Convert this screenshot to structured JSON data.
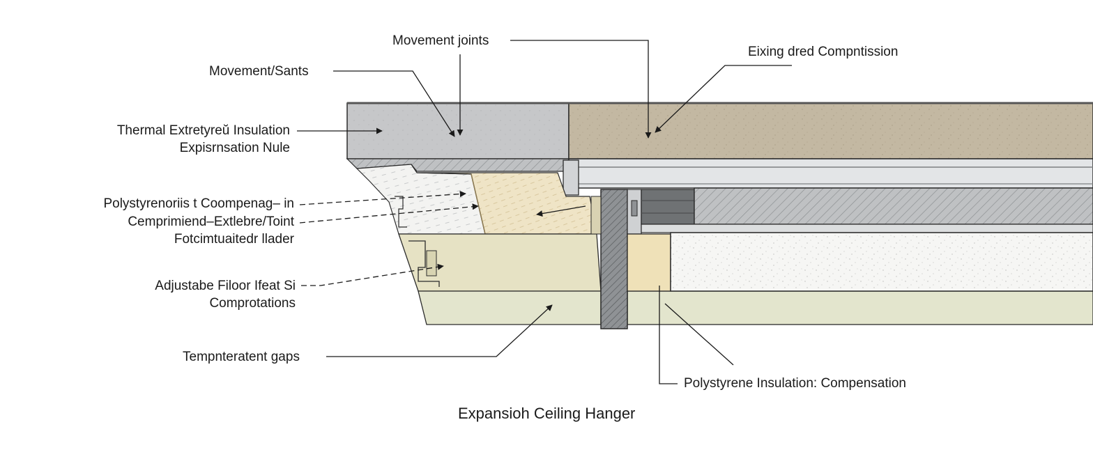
{
  "labels": {
    "movement_joints": "Movement joints",
    "movement_sealants": "Movement/Sants",
    "fixing_compression": "Eixing dred Compntission",
    "thermal_insulation": {
      "line1": "Thermal Extretyreŭ Insulation",
      "line2": "Expisrnsation Nule"
    },
    "polystyrene_group": {
      "line1": "Polystyrenoriis t Coompenag– in",
      "line2": "Cemprimiend–Extlebre/Toint",
      "line3": "Fotcimtuaitedr llader"
    },
    "adjustable_floor": {
      "line1": "Adjustabe Filoor Ifeat Si",
      "line2": "Comprotations"
    },
    "temperature_gaps": "Tempnteratent gaps",
    "polystyrene_insulation": "Polystyrene Insulation: Compensation"
  },
  "caption": "Expansioh Ceiling Hanger",
  "colors": {
    "grey_slab": "#c6c7c9",
    "tan_slab": "#c3b8a2",
    "cream_insulation": "#ebe3c8",
    "beige_layer": "#e6e2c4",
    "sage_base": "#e3e5cd",
    "white_foam": "#f5f5f3",
    "hatch_grey": "#b9bbbd",
    "dark_grey": "#6f7274",
    "outline": "#2b2b2b"
  }
}
